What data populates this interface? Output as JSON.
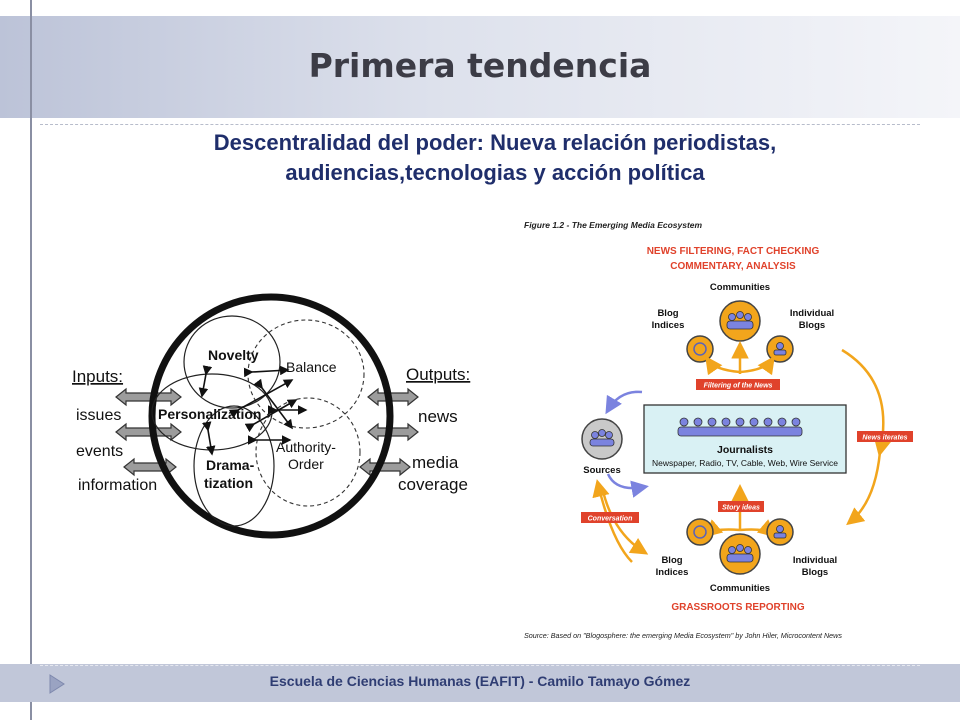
{
  "slide": {
    "title": "Primera tendencia",
    "subtitle_line1": "Descentralidad del poder: Nueva relación periodistas,",
    "subtitle_line2": "audiencias,tecnologias y acción política",
    "footer": "Escuela de Ciencias Humanas  (EAFIT)  - Camilo Tamayo Gómez"
  },
  "model_diagram": {
    "inputs_label": "Inputs:",
    "inputs": [
      "issues",
      "events",
      "information"
    ],
    "outputs_label": "Outputs:",
    "outputs": [
      "news",
      "media",
      "coverage"
    ],
    "nodes": {
      "novelty": "Novelty",
      "balance": "Balance",
      "personalization": "Personalization",
      "authority_1": "Authority-",
      "authority_2": "Order",
      "drama_1": "Drama-",
      "drama_2": "tization"
    }
  },
  "ecosystem": {
    "figure_caption": "Figure 1.2 - The Emerging Media Ecosystem",
    "top_heading_1": "NEWS FILTERING, FACT CHECKING",
    "top_heading_2": "COMMENTARY, ANALYSIS",
    "communities_top": "Communities",
    "blog_indices_top_1": "Blog",
    "blog_indices_top_2": "Indices",
    "individual_blogs_top_1": "Individual",
    "individual_blogs_top_2": "Blogs",
    "filtering_tag": "Filtering of the News",
    "news_iterates_tag": "News iterates",
    "sources": "Sources",
    "journalists": "Journalists",
    "journalists_sub": "Newspaper, Radio, TV, Cable, Web, Wire Service",
    "story_ideas_tag": "Story ideas",
    "conversation_tag": "Conversation",
    "blog_indices_bottom_1": "Blog",
    "blog_indices_bottom_2": "Indices",
    "communities_bottom": "Communities",
    "individual_blogs_bottom_1": "Individual",
    "individual_blogs_bottom_2": "Blogs",
    "bottom_heading": "GRASSROOTS REPORTING",
    "source_note": "Source: Based on \"Blogosphere: the emerging Media Ecosystem\" by John Hiler, Microcontent News"
  },
  "colors": {
    "title_text": "#3c3c46",
    "subtitle_text": "#1f2e6b",
    "footer_text": "#2f3d73",
    "eco_red": "#e0422b",
    "eco_orange": "#f2a51c",
    "eco_blue": "#7b83df",
    "eco_box": "#d9f1f4"
  }
}
